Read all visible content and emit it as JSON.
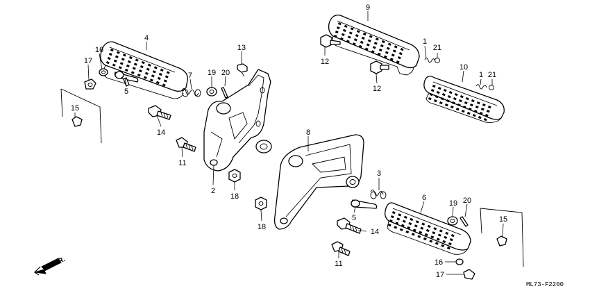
{
  "diagram_code": "ML73-F2200",
  "direction_label": "FR.",
  "callouts": [
    {
      "id": "c9",
      "label": "9"
    },
    {
      "id": "c13",
      "label": "13"
    },
    {
      "id": "c4",
      "label": "4"
    },
    {
      "id": "c16a",
      "label": "16"
    },
    {
      "id": "c17a",
      "label": "17"
    },
    {
      "id": "c5a",
      "label": "5"
    },
    {
      "id": "c7",
      "label": "7"
    },
    {
      "id": "c19a",
      "label": "19"
    },
    {
      "id": "c20a",
      "label": "20"
    },
    {
      "id": "c12a",
      "label": "12"
    },
    {
      "id": "c12b",
      "label": "12"
    },
    {
      "id": "c1a",
      "label": "1"
    },
    {
      "id": "c21a",
      "label": "21"
    },
    {
      "id": "c10",
      "label": "10"
    },
    {
      "id": "c1b",
      "label": "1"
    },
    {
      "id": "c21b",
      "label": "21"
    },
    {
      "id": "c15a",
      "label": "15"
    },
    {
      "id": "c14a",
      "label": "14"
    },
    {
      "id": "c11a",
      "label": "11"
    },
    {
      "id": "c2",
      "label": "2"
    },
    {
      "id": "c18a",
      "label": "18"
    },
    {
      "id": "c8",
      "label": "8"
    },
    {
      "id": "c3",
      "label": "3"
    },
    {
      "id": "c5b",
      "label": "5"
    },
    {
      "id": "c18b",
      "label": "18"
    },
    {
      "id": "c6",
      "label": "6"
    },
    {
      "id": "c19b",
      "label": "19"
    },
    {
      "id": "c20b",
      "label": "20"
    },
    {
      "id": "c15b",
      "label": "15"
    },
    {
      "id": "c14b",
      "label": "14"
    },
    {
      "id": "c11b",
      "label": "11"
    },
    {
      "id": "c16b",
      "label": "16"
    },
    {
      "id": "c17b",
      "label": "17"
    }
  ]
}
